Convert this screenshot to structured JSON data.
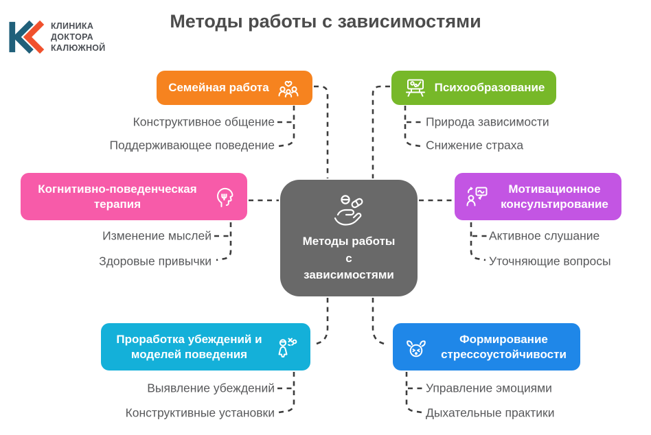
{
  "logo": {
    "text_lines": [
      "КЛИНИКА",
      "ДОКТОРА",
      "КАЛЮЖНОЙ"
    ],
    "teal_color": "#20607a",
    "orange_color": "#f0512d"
  },
  "title": {
    "text": "Методы работы с зависимостями",
    "color": "#4c4c4c"
  },
  "center": {
    "lines": [
      "Методы работы",
      "с",
      "зависимостями"
    ],
    "color": "#696969",
    "icon": "hand-with-pills"
  },
  "branches": [
    {
      "label": "Семейная работа",
      "color": "#f6831f",
      "icon": "family-heart",
      "items": [
        "Конструктивное общение",
        "Поддерживающее поведение"
      ]
    },
    {
      "label": "Психообразование",
      "color": "#77b829",
      "icon": "psychoeducation-board",
      "items": [
        "Природа зависимости",
        "Снижение страха"
      ]
    },
    {
      "label": "Когнитивно-поведенческая терапия",
      "color": "#f75ba9",
      "icon": "head-psi",
      "items": [
        "Изменение мыслей",
        "Здоровые привычки"
      ]
    },
    {
      "label": "Мотивационное консультирование",
      "color": "#c355e3",
      "icon": "motivational-consulting",
      "items": [
        "Активное слушание",
        "Уточняющие вопросы"
      ]
    },
    {
      "label": "Проработка убеждений и моделей поведения",
      "color": "#14b0d9",
      "icon": "beliefs-strategy",
      "items": [
        "Выявление убеждений",
        "Конструктивные установки"
      ]
    },
    {
      "label": "Формирование стрессоустойчивости",
      "color": "#1f87e8",
      "icon": "stress-resilience",
      "items": [
        "Управление эмоциями",
        "Дыхательные практики"
      ]
    }
  ],
  "connector_color": "#3c3c3c"
}
